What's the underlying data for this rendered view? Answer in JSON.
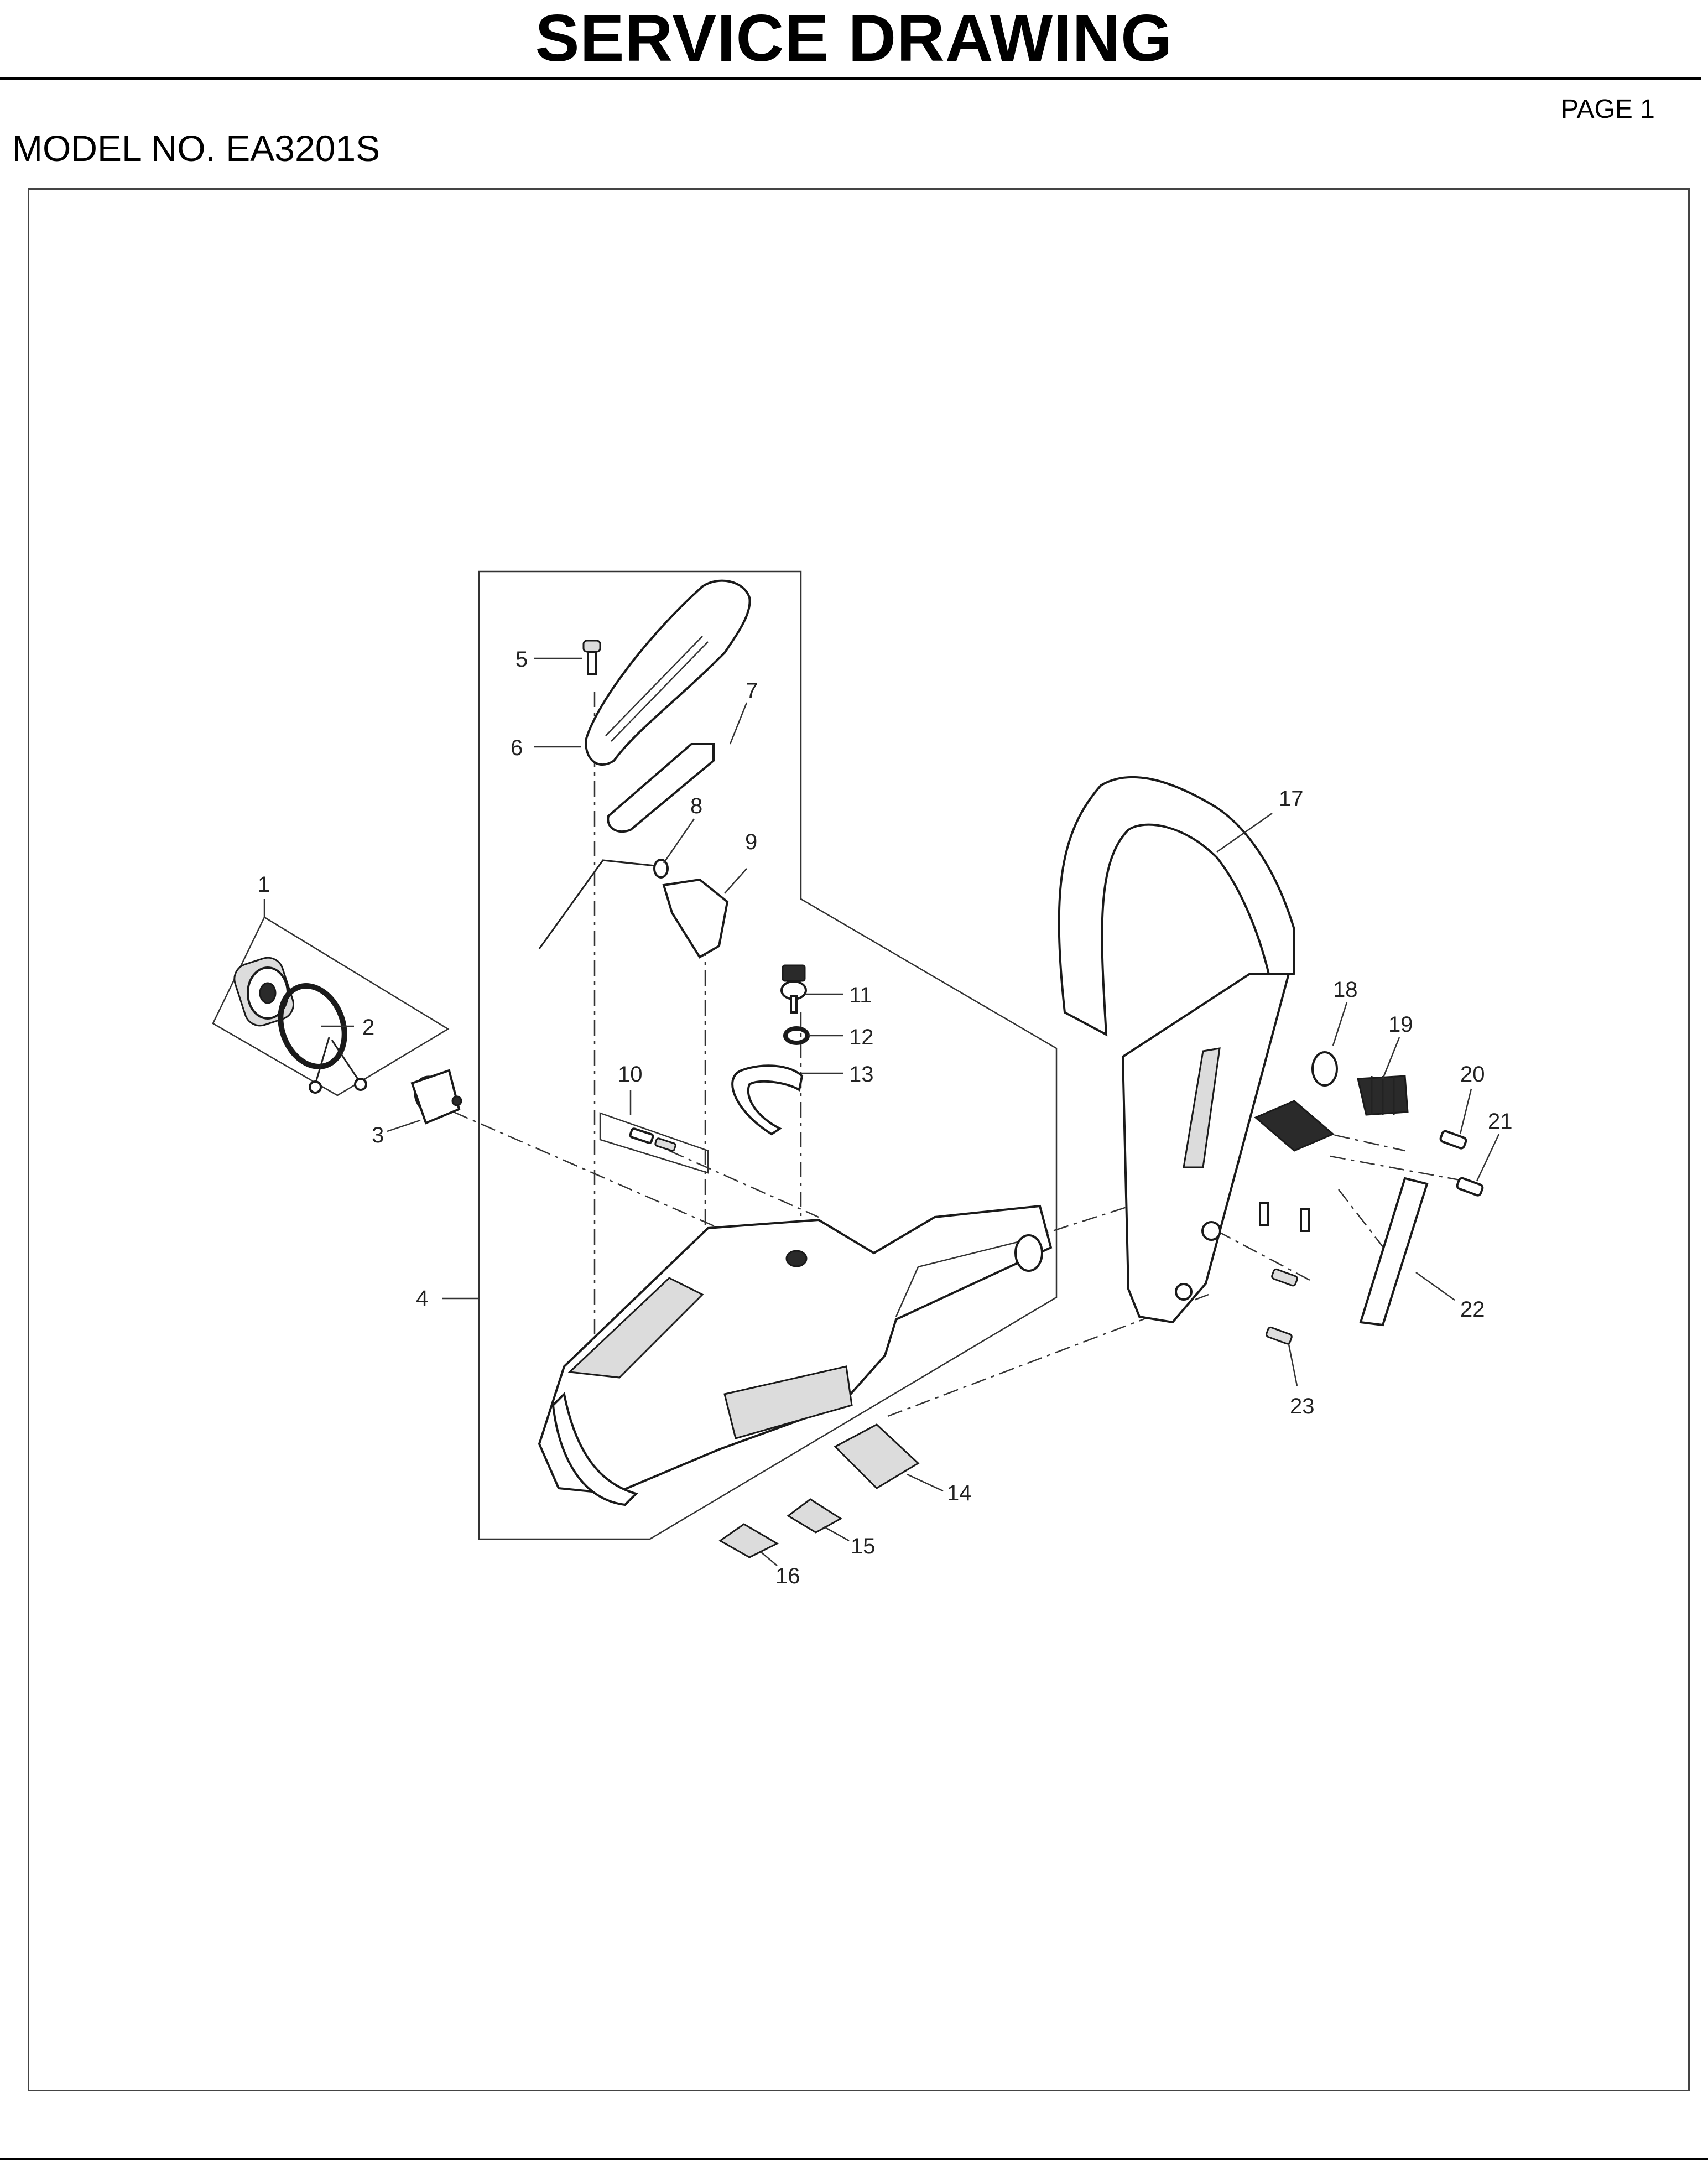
{
  "header": {
    "title": "SERVICE DRAWING",
    "page": "PAGE 1",
    "model": "MODEL NO. EA3201S"
  },
  "callouts": [
    "1",
    "2",
    "3",
    "4",
    "5",
    "6",
    "7",
    "8",
    "9",
    "10",
    "11",
    "12",
    "13",
    "14",
    "15",
    "16",
    "17",
    "18",
    "19",
    "20",
    "21",
    "22",
    "23"
  ]
}
